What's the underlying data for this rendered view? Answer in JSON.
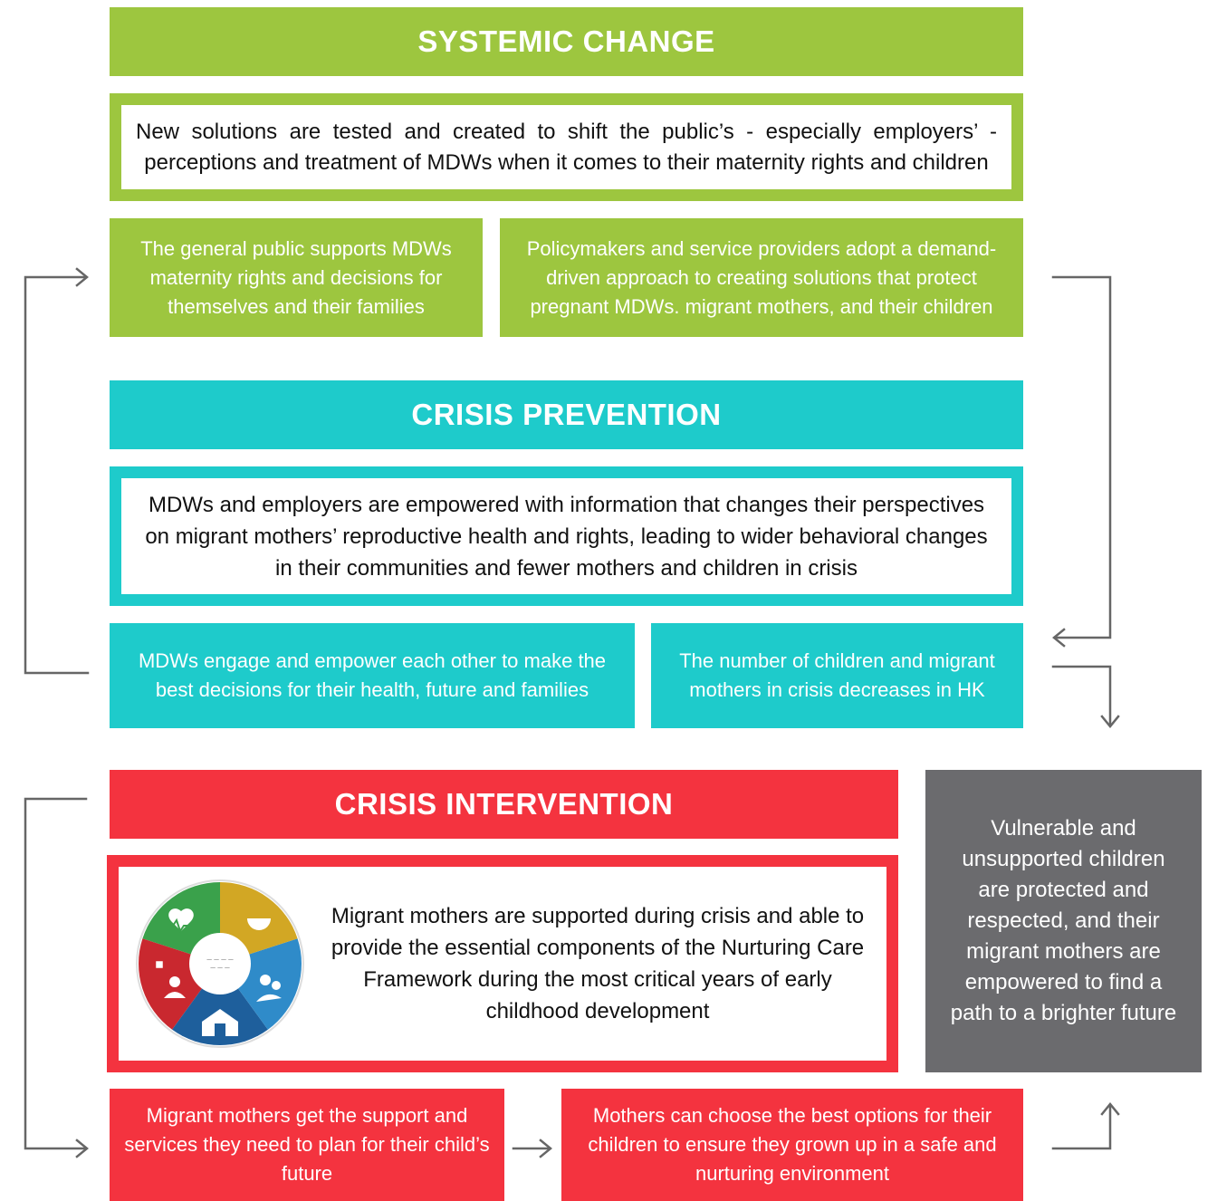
{
  "systemic": {
    "title": "SYSTEMIC CHANGE",
    "goal": "New solutions are tested and created to shift the public’s - especially employers’ - perceptions and treatment of MDWs when it comes to their maternity rights and children",
    "sub_left": "The general public supports MDWs maternity rights and decisions for themselves and their families",
    "sub_right": "Policymakers and service providers adopt a demand-driven approach to creating solutions that protect pregnant MDWs. migrant mothers, and their children"
  },
  "prevention": {
    "title": "CRISIS PREVENTION",
    "goal": "MDWs and employers are empowered with information that changes their perspectives on migrant mothers’ reproductive health and rights, leading to wider behavioral changes in their communities and fewer mothers and children in crisis",
    "sub_left": "MDWs engage and empower each other to make the best decisions for their health, future and families",
    "sub_right": "The number of children and migrant mothers in crisis decreases in HK"
  },
  "intervention": {
    "title": "CRISIS INTERVENTION",
    "goal": "Migrant mothers are supported during crisis and able to provide the essential components of the Nurturing Care Framework during the most critical years of early childhood development",
    "sub_left": "Migrant mothers get the support and services they need to plan for their child’s future",
    "sub_right": "Mothers can choose the best options for their children to ensure they grown up in a safe and nurturing environment"
  },
  "outcome": "Vulnerable and unsupported children are protected and respected, and their migrant mothers are empowered to find a path to a brighter future",
  "colors": {
    "green": "#9dc63f",
    "teal": "#1ecbcb",
    "red": "#f4333f",
    "grey": "#6b6b6e",
    "arrow": "#666666"
  }
}
